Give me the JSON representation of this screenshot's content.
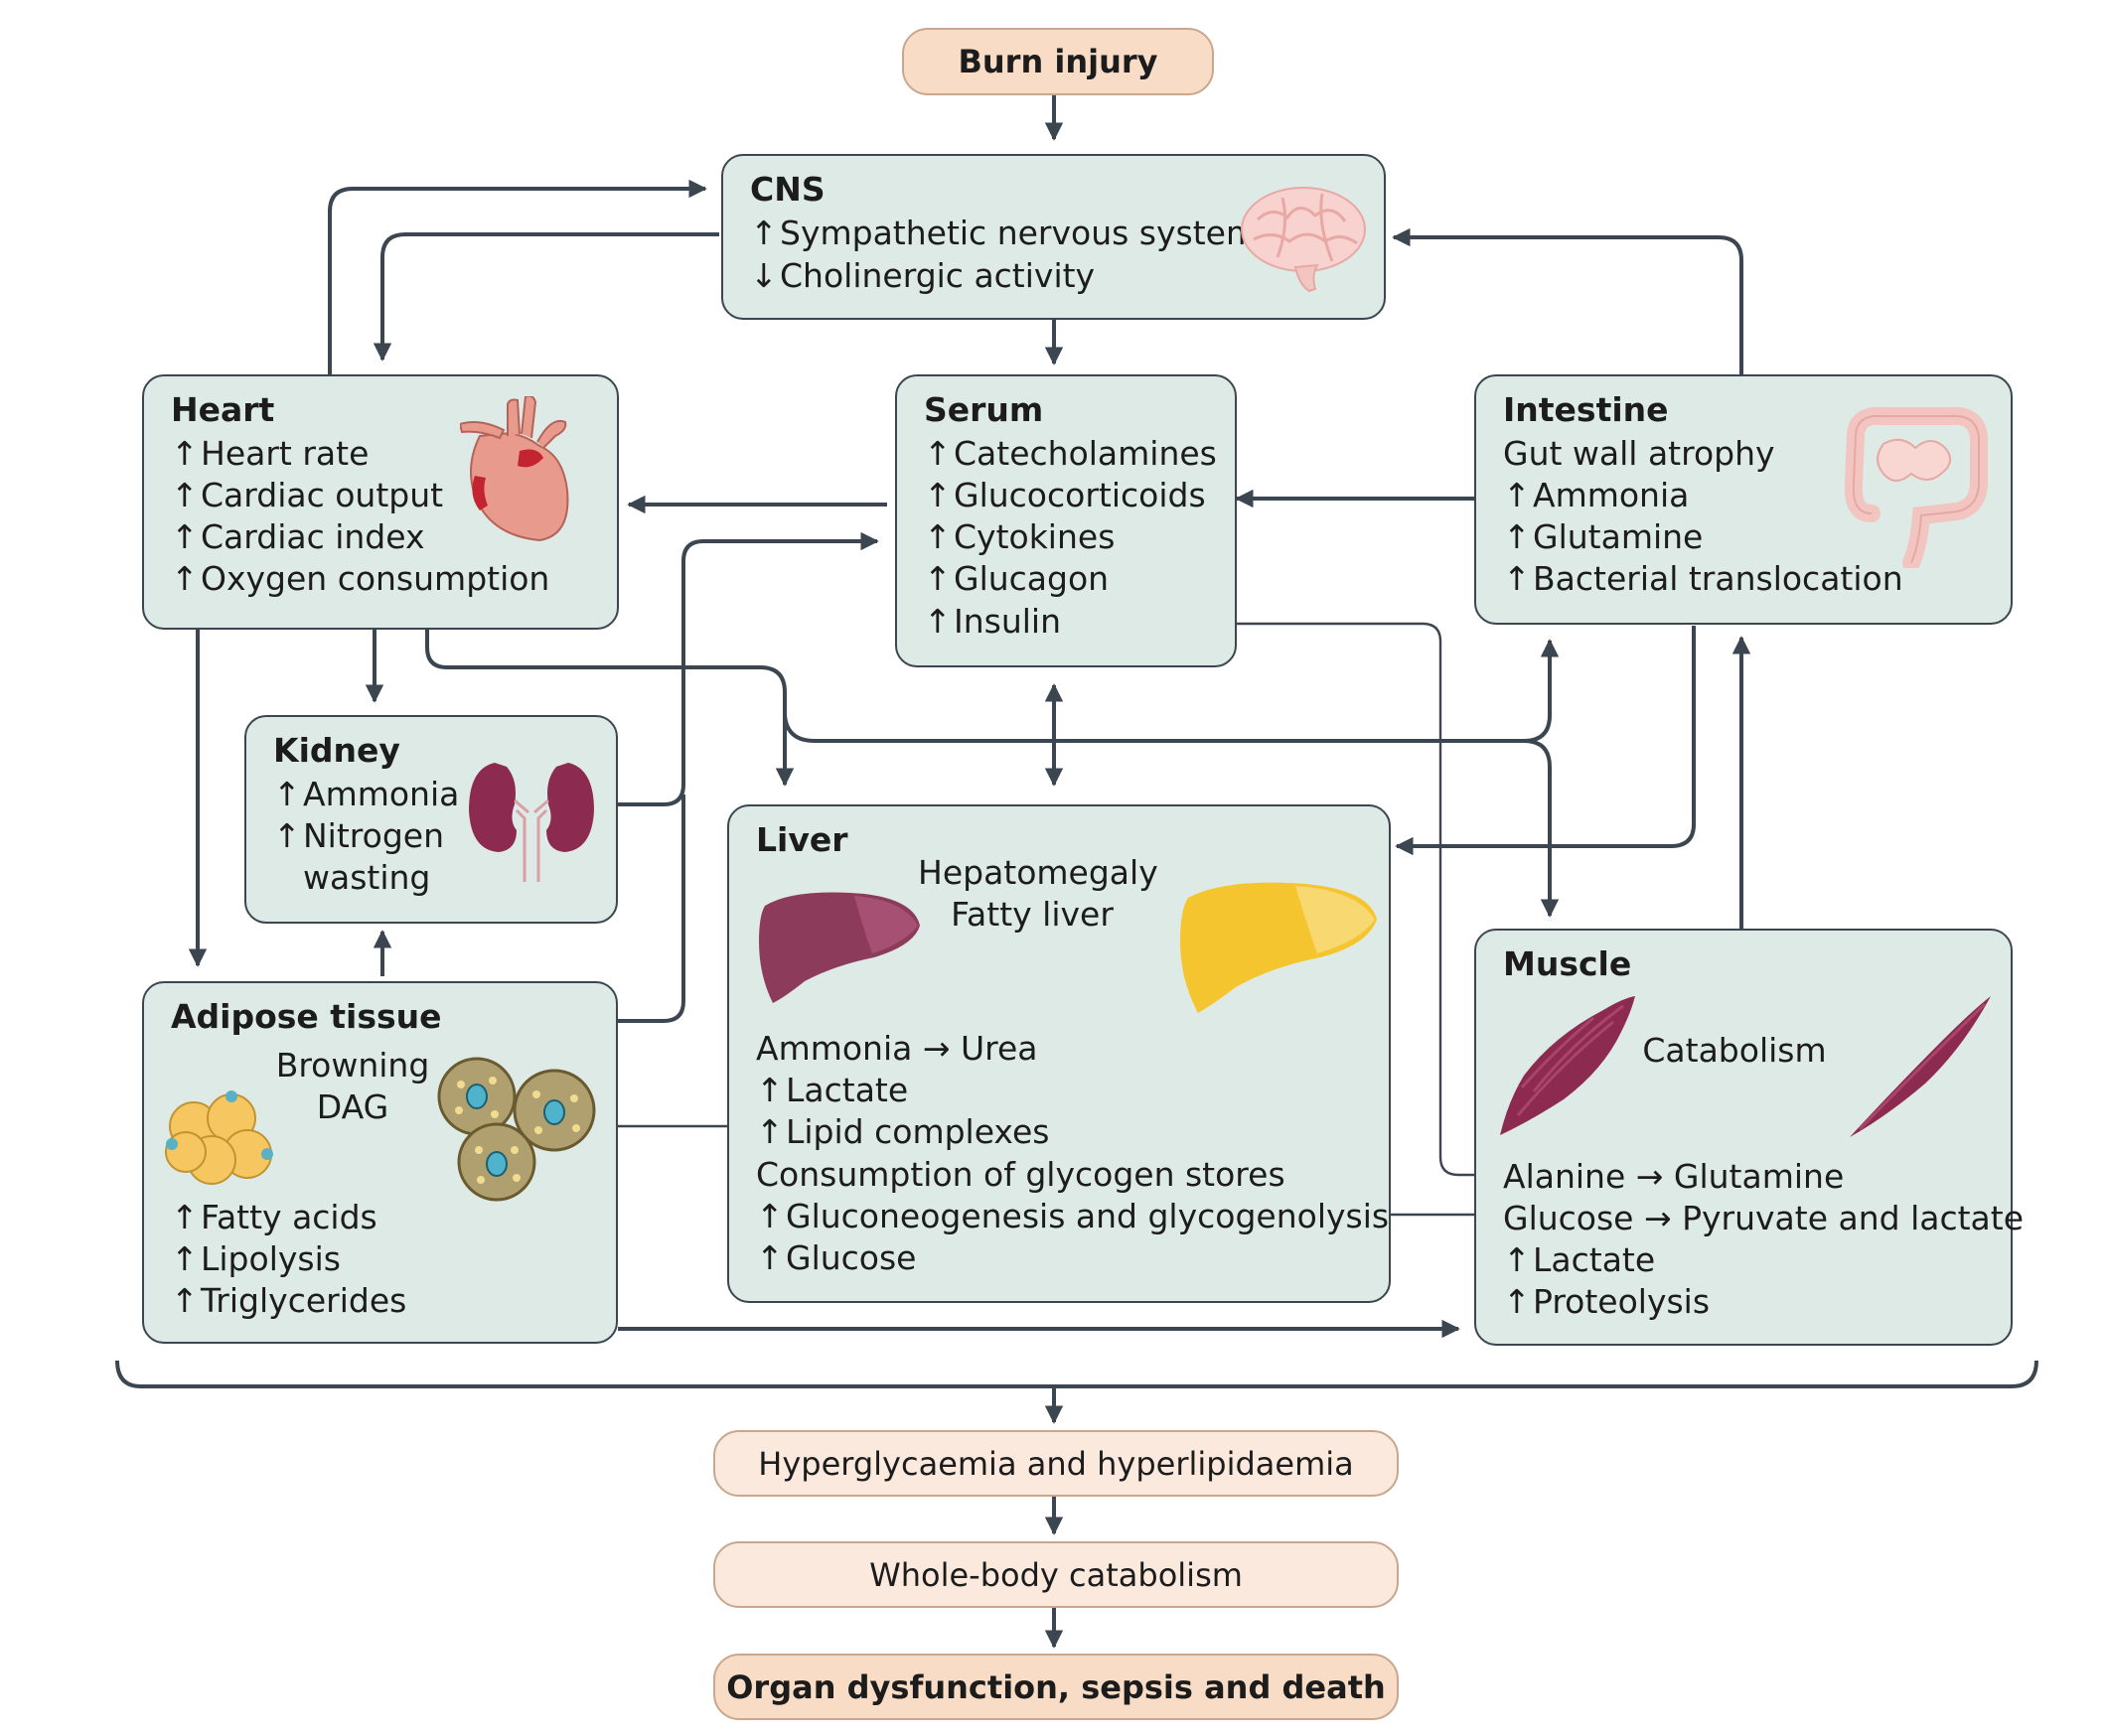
{
  "top": {
    "label": "Burn injury"
  },
  "cns": {
    "title": "CNS",
    "lines": [
      {
        "arrow": "↑",
        "text": "Sympathetic nervous system"
      },
      {
        "arrow": "↓",
        "text": "Cholinergic activity"
      }
    ],
    "icon": "brain-icon"
  },
  "heart": {
    "title": "Heart",
    "lines": [
      {
        "arrow": "↑",
        "text": "Heart rate"
      },
      {
        "arrow": "↑",
        "text": "Cardiac output"
      },
      {
        "arrow": "↑",
        "text": "Cardiac index"
      },
      {
        "arrow": "↑",
        "text": "Oxygen consumption"
      }
    ],
    "icon": "heart-icon"
  },
  "serum": {
    "title": "Serum",
    "lines": [
      {
        "arrow": "↑",
        "text": "Catecholamines"
      },
      {
        "arrow": "↑",
        "text": "Glucocorticoids"
      },
      {
        "arrow": "↑",
        "text": "Cytokines"
      },
      {
        "arrow": "↑",
        "text": "Glucagon"
      },
      {
        "arrow": "↑",
        "text": "Insulin"
      }
    ]
  },
  "intestine": {
    "title": "Intestine",
    "line0": "Gut wall atrophy",
    "lines": [
      {
        "arrow": "↑",
        "text": "Ammonia"
      },
      {
        "arrow": "↑",
        "text": "Glutamine"
      },
      {
        "arrow": "↑",
        "text": "Bacterial translocation"
      }
    ],
    "icon": "intestine-icon"
  },
  "kidney": {
    "title": "Kidney",
    "lines": [
      {
        "arrow": "↑",
        "text": "Ammonia"
      },
      {
        "arrow": "↑",
        "text": "Nitrogen"
      },
      {
        "arrow": "",
        "text": "wasting"
      }
    ],
    "icon": "kidney-icon"
  },
  "liver": {
    "title": "Liver",
    "mid1": "Hepatomegaly",
    "mid2": "Fatty liver",
    "l1": "Ammonia → Urea",
    "l2": {
      "arrow": "↑",
      "text": "Lactate"
    },
    "l3": {
      "arrow": "↑",
      "text": "Lipid complexes"
    },
    "l4": "Consumption of glycogen stores",
    "l5": {
      "arrow": "↑",
      "text": "Gluconeogenesis and glycogenolysis"
    },
    "l6": {
      "arrow": "↑",
      "text": "Glucose"
    },
    "icon": "liver-icon"
  },
  "adipose": {
    "title": "Adipose tissue",
    "mid1": "Browning",
    "mid2": "DAG",
    "lines": [
      {
        "arrow": "↑",
        "text": "Fatty acids"
      },
      {
        "arrow": "↑",
        "text": "Lipolysis"
      },
      {
        "arrow": "↑",
        "text": "Triglycerides"
      }
    ],
    "icon": "fat-cell-icon"
  },
  "muscle": {
    "title": "Muscle",
    "mid": "Catabolism",
    "l1": "Alanine → Glutamine",
    "l2": "Glucose → Pyruvate and lactate",
    "l3": {
      "arrow": "↑",
      "text": "Lactate"
    },
    "l4": {
      "arrow": "↑",
      "text": "Proteolysis"
    },
    "icon": "muscle-icon"
  },
  "outcomes": [
    "Hyperglycaemia and hyperlipidaemia",
    "Whole-body catabolism",
    "Organ dysfunction, sepsis and death"
  ],
  "colors": {
    "box_fill": "#ddeae6",
    "line": "#3c4650",
    "outcome_fill": "#f8dcc6"
  }
}
